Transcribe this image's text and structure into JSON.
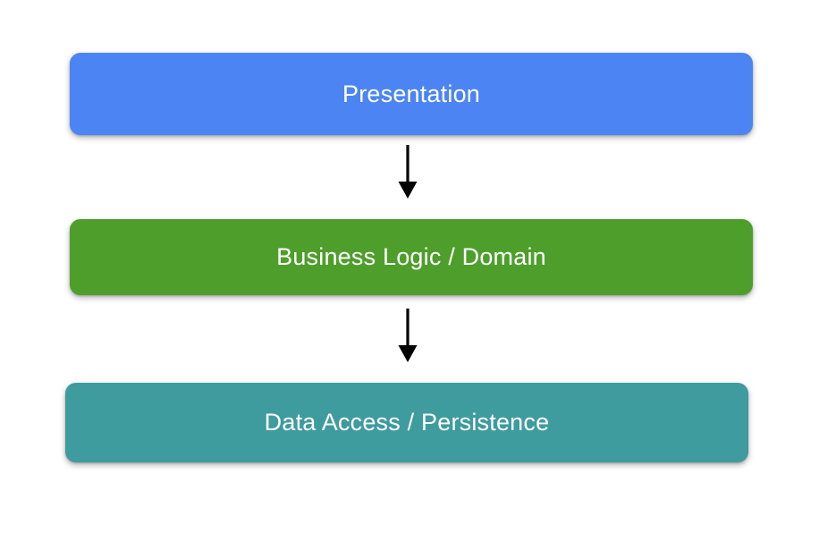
{
  "diagram": {
    "type": "layered-architecture",
    "background_color": "#ffffff",
    "layers": [
      {
        "id": "presentation",
        "label": "Presentation",
        "color": "#4c84f3",
        "text_color": "#ffffff"
      },
      {
        "id": "business-logic",
        "label": "Business Logic / Domain",
        "color": "#4e9e2c",
        "text_color": "#ffffff"
      },
      {
        "id": "data-access",
        "label": "Data Access / Persistence",
        "color": "#3e9b9e",
        "text_color": "#ffffff"
      }
    ],
    "connectors": [
      {
        "id": "presentation-to-business",
        "from": "presentation",
        "to": "business-logic",
        "style": "solid-arrow-down",
        "color": "#000000"
      },
      {
        "id": "business-to-data",
        "from": "business-logic",
        "to": "data-access",
        "style": "solid-arrow-down",
        "color": "#000000"
      }
    ]
  }
}
